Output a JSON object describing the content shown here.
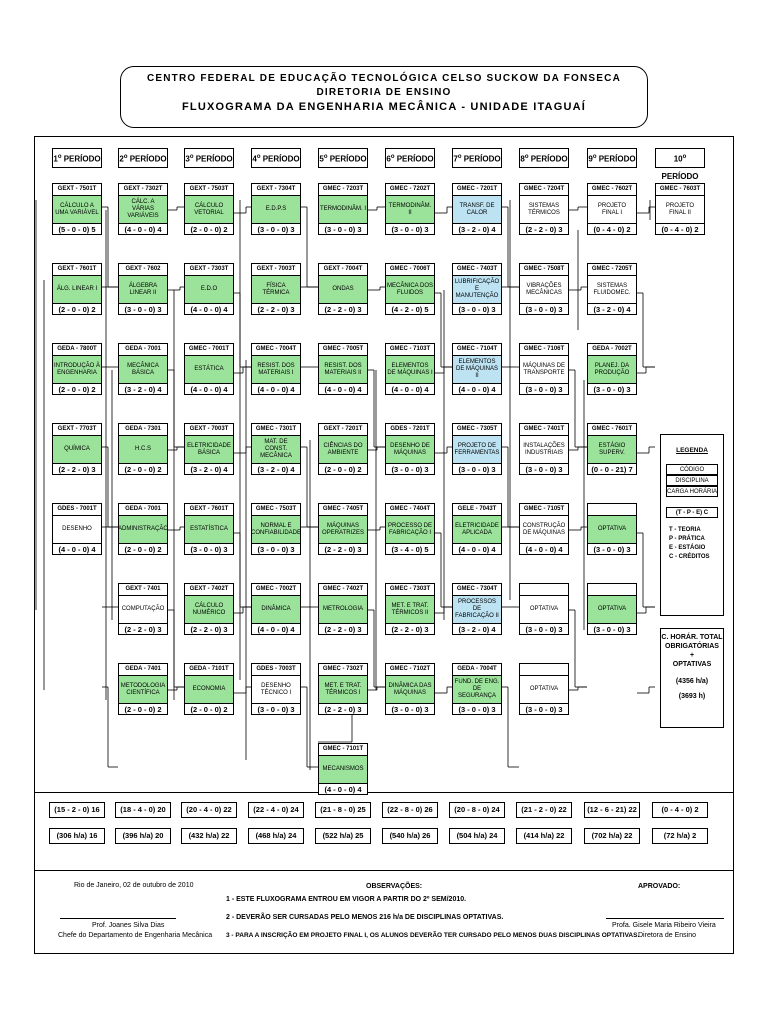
{
  "header": {
    "line1": "CENTRO FEDERAL DE EDUCAÇÃO TECNOLÓGICA CELSO SUCKOW DA FONSECA",
    "line2": "DIRETORIA DE ENSINO",
    "line3": "FLUXOGRAMA DA ENGENHARIA MECÂNICA - UNIDADE ITAGUAÍ"
  },
  "periods": [
    {
      "num": "1",
      "label": "PERÍODO"
    },
    {
      "num": "2",
      "label": "PERÍODO"
    },
    {
      "num": "3",
      "label": "PERÍODO"
    },
    {
      "num": "4",
      "label": "PERÍODO"
    },
    {
      "num": "5",
      "label": "PERÍODO"
    },
    {
      "num": "6",
      "label": "PERÍODO"
    },
    {
      "num": "7",
      "label": "PERÍODO"
    },
    {
      "num": "8",
      "label": "PERÍODO"
    },
    {
      "num": "9",
      "label": "PERÍODO"
    },
    {
      "num": "10",
      "label": "PERÍODO"
    }
  ],
  "courses": [
    {
      "col": 0,
      "row": 0,
      "code": "GEXT - 7501T",
      "name": "CÁLCULO A UMA VARIÁVEL",
      "ch": "(5 - 0 - 0) 5",
      "color": "green"
    },
    {
      "col": 0,
      "row": 1,
      "code": "GEXT - 7601T",
      "name": "ÁLG. LINEAR I",
      "ch": "(2 - 0 - 0) 2",
      "color": "green"
    },
    {
      "col": 0,
      "row": 2,
      "code": "GEDA - 7800T",
      "name": "INTRODUÇÃO À ENGENHARIA",
      "ch": "(2 - 0 - 0) 2",
      "color": "green"
    },
    {
      "col": 0,
      "row": 3,
      "code": "GEXT - 7703T",
      "name": "QUÍMICA",
      "ch": "(2 - 2 - 0) 3",
      "color": "green"
    },
    {
      "col": 0,
      "row": 4,
      "code": "GDES - 7001T",
      "name": "DESENHO",
      "ch": "(4 - 0 - 0) 4",
      "color": "none"
    },
    {
      "col": 1,
      "row": 0,
      "code": "GEXT - 7302T",
      "name": "CÁLC. A VÁRIAS VARIÁVEIS",
      "ch": "(4 - 0 - 0) 4",
      "color": "green"
    },
    {
      "col": 1,
      "row": 1,
      "code": "GEXT - 7602",
      "name": "ÁLGEBRA LINEAR II",
      "ch": "(3 - 0 - 0) 3",
      "color": "green"
    },
    {
      "col": 1,
      "row": 2,
      "code": "GEDA - 7001",
      "name": "MECÂNICA BÁSICA",
      "ch": "(3 - 2 - 0) 4",
      "color": "green"
    },
    {
      "col": 1,
      "row": 3,
      "code": "GEDA - 7301",
      "name": "H.C.S",
      "ch": "(2 - 0 - 0) 2",
      "color": "green"
    },
    {
      "col": 1,
      "row": 4,
      "code": "GEDA - 7001",
      "name": "ADMINISTRAÇÃO",
      "ch": "(2 - 0 - 0) 2",
      "color": "green"
    },
    {
      "col": 1,
      "row": 5,
      "code": "GEXT - 7401",
      "name": "COMPUTAÇÃO",
      "ch": "(2 - 2 - 0) 3",
      "color": "none"
    },
    {
      "col": 1,
      "row": 6,
      "code": "GEDA - 7401",
      "name": "METODOLOGIA CIENTÍFICA",
      "ch": "(2 - 0 - 0) 2",
      "color": "green"
    },
    {
      "col": 2,
      "row": 0,
      "code": "GEXT - 7503T",
      "name": "CÁLCULO VETORIAL",
      "ch": "(2 - 0 - 0) 2",
      "color": "green"
    },
    {
      "col": 2,
      "row": 1,
      "code": "GEXT - 7303T",
      "name": "E.D.O",
      "ch": "(4 - 0 - 0) 4",
      "color": "green"
    },
    {
      "col": 2,
      "row": 2,
      "code": "GMEC - 7001T",
      "name": "ESTÁTICA",
      "ch": "(4 - 0 - 0) 4",
      "color": "green"
    },
    {
      "col": 2,
      "row": 3,
      "code": "GEXT - 7003T",
      "name": "ELETRICIDADE BÁSICA",
      "ch": "(3 - 2 - 0) 4",
      "color": "green"
    },
    {
      "col": 2,
      "row": 4,
      "code": "GEXT - 7601T",
      "name": "ESTATÍSTICA",
      "ch": "(3 - 0 - 0) 3",
      "color": "green"
    },
    {
      "col": 2,
      "row": 5,
      "code": "GEXT - 7402T",
      "name": "CÁLCULO NUMÉRICO",
      "ch": "(2 - 2 - 0) 3",
      "color": "green"
    },
    {
      "col": 2,
      "row": 6,
      "code": "GEDA - 7101T",
      "name": "ECONOMIA",
      "ch": "(2 - 0 - 0) 2",
      "color": "green"
    },
    {
      "col": 3,
      "row": 0,
      "code": "GEXT - 7304T",
      "name": "E.D.P.S",
      "ch": "(3 - 0 - 0) 3",
      "color": "green"
    },
    {
      "col": 3,
      "row": 1,
      "code": "GEXT - 7003T",
      "name": "FÍSICA TÉRMICA",
      "ch": "(2 - 2 - 0) 3",
      "color": "green"
    },
    {
      "col": 3,
      "row": 2,
      "code": "GMEC - 7004T",
      "name": "RESIST. DOS MATERIAIS I",
      "ch": "(4 - 0 - 0) 4",
      "color": "green"
    },
    {
      "col": 3,
      "row": 3,
      "code": "GMEC - 7301T",
      "name": "MAT. DE CONST. MECÂNICA",
      "ch": "(3 - 2 - 0) 4",
      "color": "green"
    },
    {
      "col": 3,
      "row": 4,
      "code": "GMEC - 7503T",
      "name": "NORMAL E CONFIABILIDADE",
      "ch": "(3 - 0 - 0) 3",
      "color": "green"
    },
    {
      "col": 3,
      "row": 5,
      "code": "GMEC - 7002T",
      "name": "DINÂMICA",
      "ch": "(4 - 0 - 0) 4",
      "color": "green"
    },
    {
      "col": 3,
      "row": 6,
      "code": "GDES - 7003T",
      "name": "DESENHO TÉCNICO I",
      "ch": "(3 - 0 - 0) 3",
      "color": "none"
    },
    {
      "col": 4,
      "row": 0,
      "code": "GMEC - 7203T",
      "name": "TERMODINÂM. I",
      "ch": "(3 - 0 - 0) 3",
      "color": "green"
    },
    {
      "col": 4,
      "row": 1,
      "code": "GEXT - 7004T",
      "name": "ONDAS",
      "ch": "(2 - 2 - 0) 3",
      "color": "green"
    },
    {
      "col": 4,
      "row": 2,
      "code": "GMEC - 7005T",
      "name": "RESIST. DOS MATERIAIS II",
      "ch": "(4 - 0 - 0) 4",
      "color": "green"
    },
    {
      "col": 4,
      "row": 3,
      "code": "GEXT - 7201T",
      "name": "CIÊNCIAS DO AMBIENTE",
      "ch": "(2 - 0 - 0) 2",
      "color": "green"
    },
    {
      "col": 4,
      "row": 4,
      "code": "GMEC - 7405T",
      "name": "MÁQUINAS OPERATRIZES",
      "ch": "(2 - 2 - 0) 3",
      "color": "green"
    },
    {
      "col": 4,
      "row": 5,
      "code": "GMEC - 7402T",
      "name": "METROLOGIA",
      "ch": "(2 - 2 - 0) 3",
      "color": "green"
    },
    {
      "col": 4,
      "row": 6,
      "code": "GMEC - 7302T",
      "name": "MET. E TRAT. TÉRMICOS I",
      "ch": "(2 - 2 - 0) 3",
      "color": "green"
    },
    {
      "col": 4,
      "row": 7,
      "code": "GMEC - 7101T",
      "name": "MECANISMOS",
      "ch": "(4 - 0 - 0) 4",
      "color": "green"
    },
    {
      "col": 5,
      "row": 0,
      "code": "GMEC - 7202T",
      "name": "TERMODINÂM. II",
      "ch": "(3 - 0 - 0) 3",
      "color": "green"
    },
    {
      "col": 5,
      "row": 1,
      "code": "GMEC - 7006T",
      "name": "MECÂNICA DOS FLUIDOS",
      "ch": "(4 - 2 - 0) 5",
      "color": "green"
    },
    {
      "col": 5,
      "row": 2,
      "code": "GMEC - 7103T",
      "name": "ELEMENTOS DE MÁQUINAS I",
      "ch": "(4 - 0 - 0) 4",
      "color": "green"
    },
    {
      "col": 5,
      "row": 3,
      "code": "GDES - 7201T",
      "name": "DESENHO DE MÁQUINAS",
      "ch": "(3 - 0 - 0) 3",
      "color": "green"
    },
    {
      "col": 5,
      "row": 4,
      "code": "GMEC - 7404T",
      "name": "PROCESSO DE FABRICAÇÃO I",
      "ch": "(3 - 4 - 0) 5",
      "color": "green"
    },
    {
      "col": 5,
      "row": 5,
      "code": "GMEC - 7303T",
      "name": "MET. E TRAT. TÉRMICOS II",
      "ch": "(2 - 2 - 0) 3",
      "color": "green"
    },
    {
      "col": 5,
      "row": 6,
      "code": "GMEC - 7102T",
      "name": "DINÂMICA DAS MÁQUINAS",
      "ch": "(3 - 0 - 0) 3",
      "color": "green"
    },
    {
      "col": 6,
      "row": 0,
      "code": "GMEC - 7201T",
      "name": "TRANSF. DE CALOR",
      "ch": "(3 - 2 - 0) 4",
      "color": "blue"
    },
    {
      "col": 6,
      "row": 1,
      "code": "GMEC - 7403T",
      "name": "LUBRIFICAÇÃO E MANUTENÇÃO",
      "ch": "(3 - 0 - 0) 3",
      "color": "blue"
    },
    {
      "col": 6,
      "row": 2,
      "code": "GMEC - 7104T",
      "name": "ELEMENTOS DE MÁQUINAS II",
      "ch": "(4 - 0 - 0) 4",
      "color": "blue"
    },
    {
      "col": 6,
      "row": 3,
      "code": "GMEC - 7305T",
      "name": "PROJETO DE FERRAMENTAS",
      "ch": "(3 - 0 - 0) 3",
      "color": "blue"
    },
    {
      "col": 6,
      "row": 4,
      "code": "GELE - 7043T",
      "name": "ELETRICIDADE APLICADA",
      "ch": "(4 - 0 - 0) 4",
      "color": "green"
    },
    {
      "col": 6,
      "row": 5,
      "code": "GMEC - 7304T",
      "name": "PROCESSOS DE FABRICAÇÃO II",
      "ch": "(3 - 2 - 0) 4",
      "color": "blue"
    },
    {
      "col": 6,
      "row": 6,
      "code": "GEDA - 7004T",
      "name": "FUND. DE ENG. DE SEGURANÇA",
      "ch": "(3 - 0 - 0) 3",
      "color": "green"
    },
    {
      "col": 7,
      "row": 0,
      "code": "GMEC - 7204T",
      "name": "SISTEMAS TÉRMICOS",
      "ch": "(2 - 2 - 0) 3",
      "color": "none"
    },
    {
      "col": 7,
      "row": 1,
      "code": "GMEC - 7508T",
      "name": "VIBRAÇÕES MECÂNICAS",
      "ch": "(3 - 0 - 0) 3",
      "color": "none"
    },
    {
      "col": 7,
      "row": 2,
      "code": "GMEC - 7106T",
      "name": "MÁQUINAS DE TRANSPORTE",
      "ch": "(3 - 0 - 0) 3",
      "color": "none"
    },
    {
      "col": 7,
      "row": 3,
      "code": "GMEC - 7401T",
      "name": "INSTALAÇÕES INDUSTRIAIS",
      "ch": "(3 - 0 - 0) 3",
      "color": "none"
    },
    {
      "col": 7,
      "row": 4,
      "code": "GMEC - 7105T",
      "name": "CONSTRUÇÃO DE MÁQUINAS",
      "ch": "(4 - 0 - 0) 4",
      "color": "none"
    },
    {
      "col": 7,
      "row": 5,
      "code": "",
      "name": "OPTATIVA",
      "ch": "(3 - 0 - 0) 3",
      "color": "none"
    },
    {
      "col": 7,
      "row": 6,
      "code": "",
      "name": "OPTATIVA",
      "ch": "(3 - 0 - 0) 3",
      "color": "none"
    },
    {
      "col": 8,
      "row": 0,
      "code": "GMEC - 7602T",
      "name": "PROJETO FINAL I",
      "ch": "(0 - 4 - 0) 2",
      "color": "none"
    },
    {
      "col": 8,
      "row": 1,
      "code": "GMEC - 7205T",
      "name": "SISTEMAS FLUIDOMEC.",
      "ch": "(3 - 2 - 0) 4",
      "color": "none"
    },
    {
      "col": 8,
      "row": 2,
      "code": "GEDA - 7002T",
      "name": "PLANEJ. DA PRODUÇÃO",
      "ch": "(3 - 0 - 0) 3",
      "color": "green"
    },
    {
      "col": 8,
      "row": 3,
      "code": "GMEC - 7601T",
      "name": "ESTÁGIO SUPERV.",
      "ch": "(0 - 0 - 21) 7",
      "color": "green"
    },
    {
      "col": 8,
      "row": 4,
      "code": "",
      "name": "OPTATIVA",
      "ch": "(3 - 0 - 0) 3",
      "color": "green"
    },
    {
      "col": 8,
      "row": 5,
      "code": "",
      "name": "OPTATIVA",
      "ch": "(3 - 0 - 0) 3",
      "color": "green"
    },
    {
      "col": 9,
      "row": 0,
      "code": "GMEC - 7603T",
      "name": "PROJETO FINAL II",
      "ch": "(0 - 4 - 0) 2",
      "color": "none"
    }
  ],
  "totals_tpe": [
    "(15 - 2 - 0) 16",
    "(18 - 4 - 0) 20",
    "(20 - 4 - 0) 22",
    "(22 - 4 - 0) 24",
    "(21 - 8 - 0) 25",
    "(22 - 8 - 0) 26",
    "(20 - 8 - 0) 24",
    "(21 - 2 - 0) 22",
    "(12 - 6 - 21) 22",
    "(0 - 4 - 0) 2"
  ],
  "totals_hours": [
    "(306 h/a) 16",
    "(396 h/a) 20",
    "(432 h/a) 22",
    "(468 h/a) 24",
    "(522 h/a) 25",
    "(540 h/a) 26",
    "(504 h/a) 24",
    "(414 h/a) 22",
    "(702 h/a) 22",
    "(72 h/a) 2"
  ],
  "legend": {
    "title": "LEGENDA",
    "code": "CÓDIGO",
    "discipline": "DISCIPLINA",
    "workload": "CARGA HORÁRIA",
    "tpe": "(T - P - E) C",
    "t": "T - TEORIA",
    "p": "P - PRÁTICA",
    "e": "E - ESTÁGIO",
    "c": "C - CRÉDITOS"
  },
  "total_box": {
    "line1": "C. HORÁR. TOTAL",
    "line2": "OBRIGATÓRIAS",
    "line3": "+",
    "line4": "OPTATIVAS",
    "value1": "(4356 h/a)",
    "value2": "(3693 h)"
  },
  "footer": {
    "date": "Rio de Janeiro, 02 de outubro de 2010",
    "prof_name": "Prof. Joanes Silva Dias",
    "prof_role": "Chefe do Departamento de Engenharia Mecânica",
    "obs_title": "OBSERVAÇÕES:",
    "obs1": "1 - ESTE FLUXOGRAMA ENTROU EM VIGOR A PARTIR DO 2º SEM/2010.",
    "obs2": "2 - DEVERÃO SER CURSADAS PELO MENOS 216 h/a DE DISCIPLINAS OPTATIVAS.",
    "obs3": "3 - PARA A INSCRIÇÃO EM PROJETO FINAL I, OS ALUNOS DEVERÃO TER CURSADO PELO MENOS DUAS DISCIPLINAS OPTATIVAS.",
    "approved": "APROVADO:",
    "director_name": "Profa. Gisele Maria Ribeiro Vieira",
    "director_role": "Diretora de Ensino"
  }
}
